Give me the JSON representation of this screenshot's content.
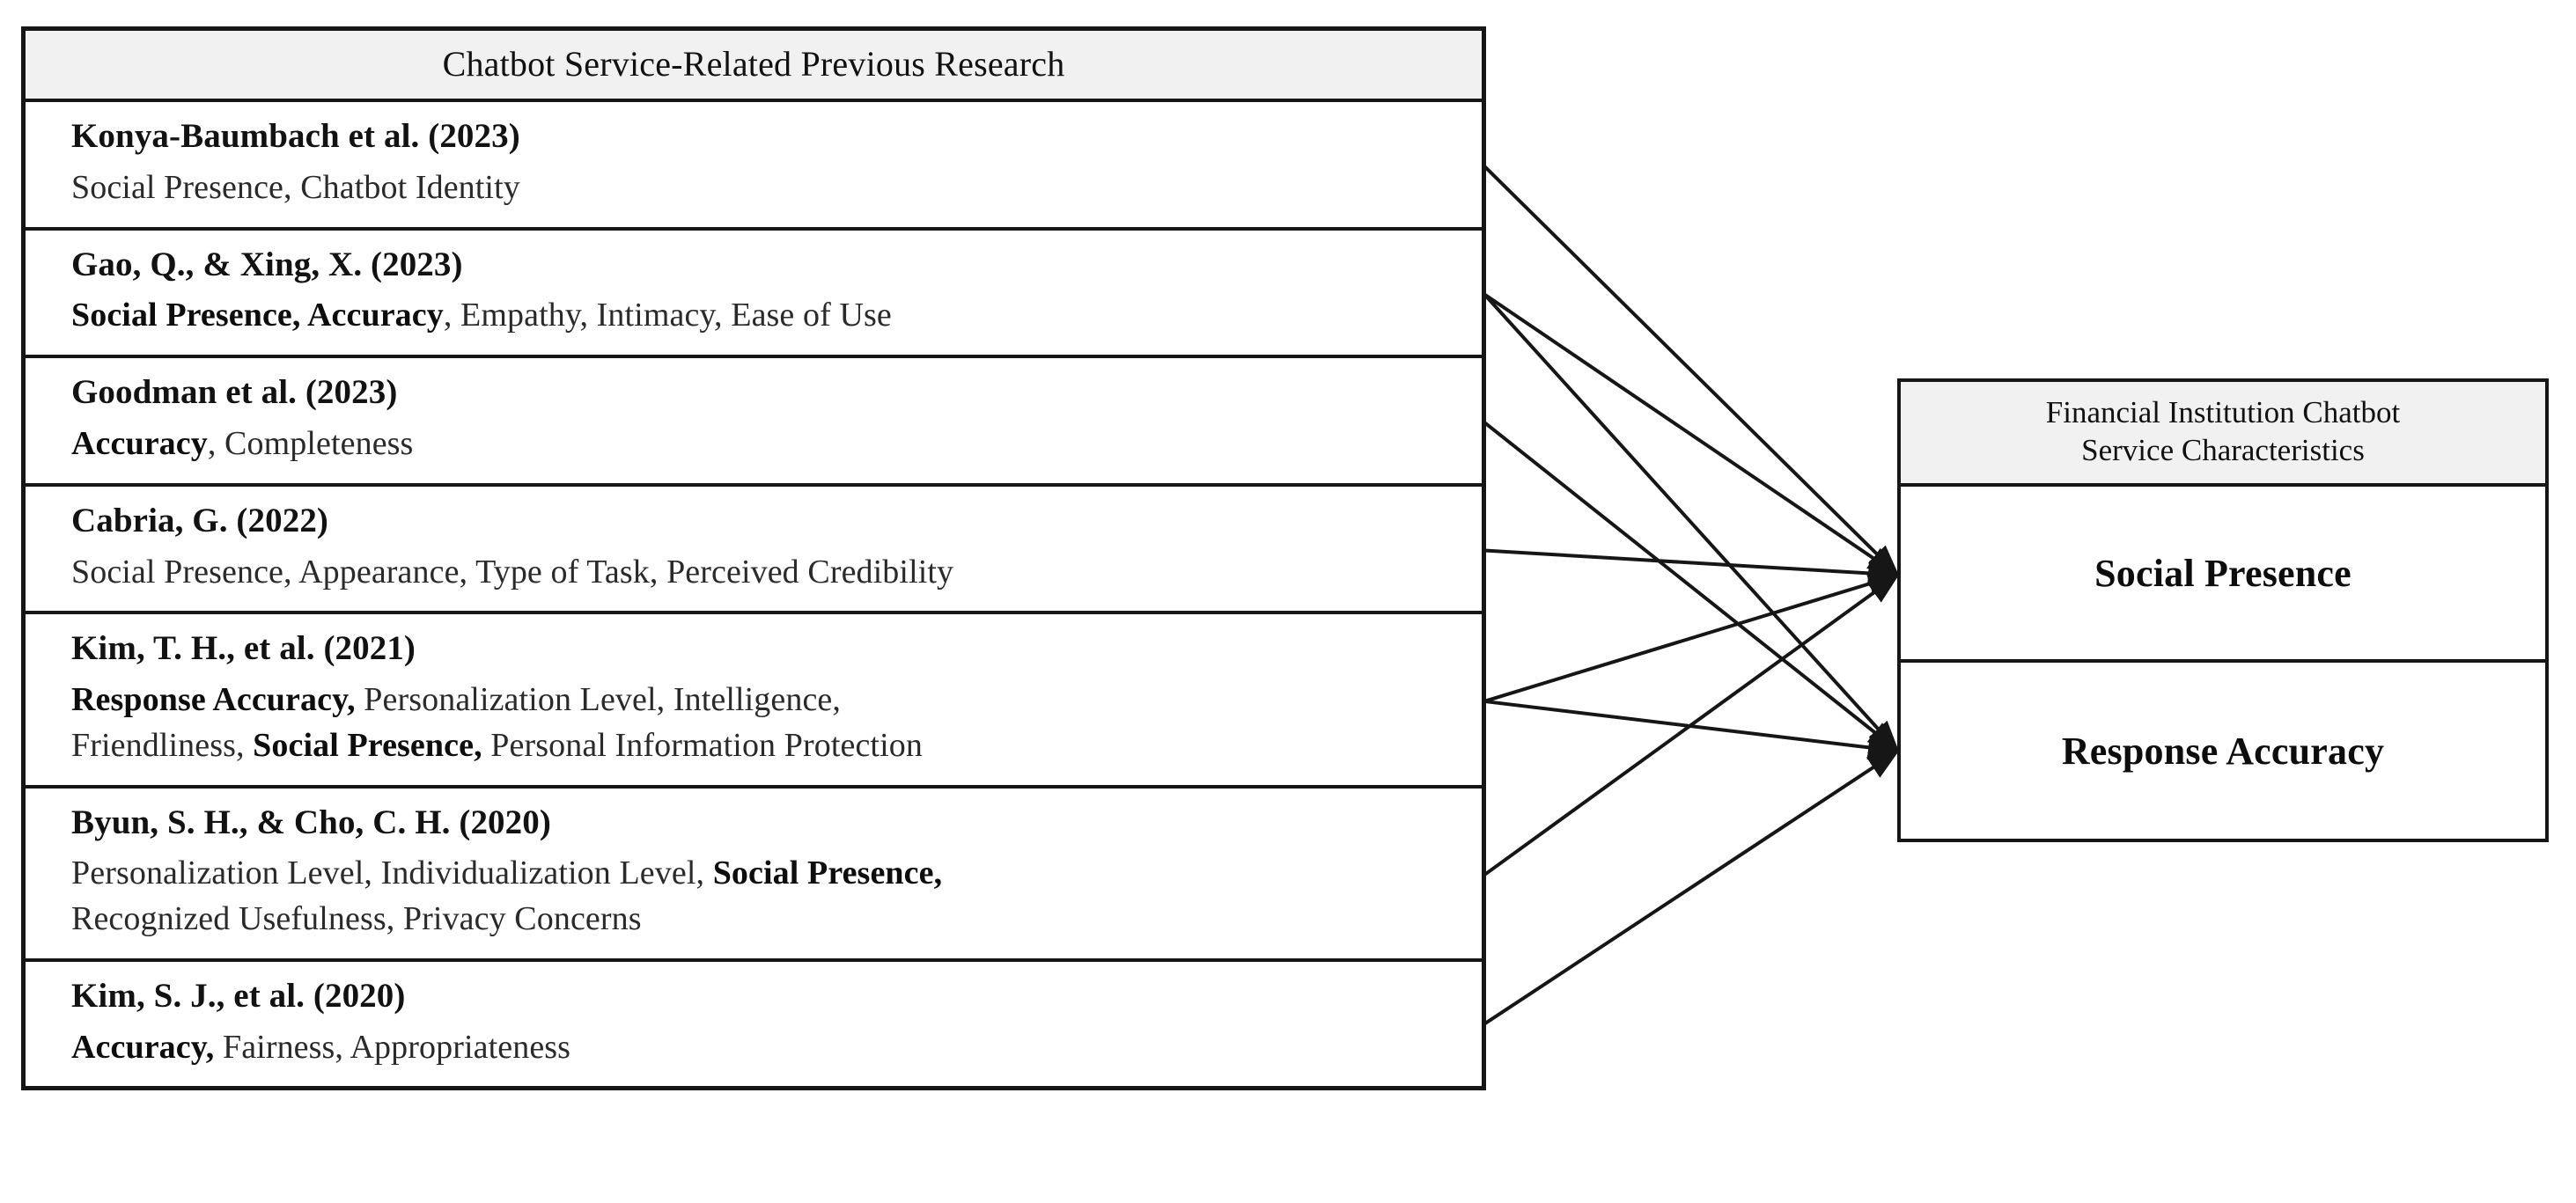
{
  "left_table": {
    "header": "Chatbot Service-Related Previous Research",
    "rows": [
      {
        "author": "Konya-Baumbach et al. (2023)",
        "variables_line1": [
          {
            "text": "Social Presence, Chatbot Identity",
            "bold": false
          }
        ]
      },
      {
        "author": "Gao, Q., & Xing, X. (2023)",
        "variables_line1": [
          {
            "text": "Social Presence, Accuracy",
            "bold": true
          },
          {
            "text": ", Empathy, Intimacy, Ease of Use",
            "bold": false
          }
        ]
      },
      {
        "author": "Goodman et al. (2023)",
        "variables_line1": [
          {
            "text": "Accuracy",
            "bold": true
          },
          {
            "text": ", Completeness",
            "bold": false
          }
        ]
      },
      {
        "author": "Cabria, G. (2022)",
        "variables_line1": [
          {
            "text": "Social Presence, Appearance, Type of Task, Perceived Credibility",
            "bold": false
          }
        ]
      },
      {
        "author": "Kim, T. H., et al. (2021)",
        "variables_line1": [
          {
            "text": "Response Accuracy,",
            "bold": true
          },
          {
            "text": " Personalization Level, Intelligence,",
            "bold": false
          }
        ],
        "variables_line2": [
          {
            "text": "Friendliness, ",
            "bold": false
          },
          {
            "text": "Social Presence,",
            "bold": true
          },
          {
            "text": " Personal Information Protection",
            "bold": false
          }
        ]
      },
      {
        "author": "Byun, S. H., & Cho, C. H. (2020)",
        "variables_line1": [
          {
            "text": "Personalization Level, Individualization Level, ",
            "bold": false
          },
          {
            "text": "Social Presence,",
            "bold": true
          }
        ],
        "variables_line2": [
          {
            "text": "Recognized Usefulness, Privacy Concerns",
            "bold": false
          }
        ]
      },
      {
        "author": "Kim, S. J., et al. (2020)",
        "variables_line1": [
          {
            "text": "Accuracy,",
            "bold": true
          },
          {
            "text": " Fairness, Appropriateness",
            "bold": false
          }
        ]
      }
    ]
  },
  "right_box": {
    "header_line1": "Financial Institution Chatbot",
    "header_line2": "Service Characteristics",
    "cells": [
      {
        "label": "Social Presence"
      },
      {
        "label": "Response Accuracy"
      }
    ]
  },
  "arrows": {
    "description": "Arrows from previous-research rows to the two chatbot service characteristics",
    "color": "#111111",
    "links": [
      {
        "from_row": 0,
        "to_cell": 0
      },
      {
        "from_row": 1,
        "to_cell": 0
      },
      {
        "from_row": 1,
        "to_cell": 1
      },
      {
        "from_row": 2,
        "to_cell": 1
      },
      {
        "from_row": 3,
        "to_cell": 0
      },
      {
        "from_row": 4,
        "to_cell": 0
      },
      {
        "from_row": 4,
        "to_cell": 1
      },
      {
        "from_row": 5,
        "to_cell": 0
      },
      {
        "from_row": 6,
        "to_cell": 1
      }
    ]
  },
  "colors": {
    "border": "#161616",
    "header_fill": "#f1f1f1",
    "page_background": "#ffffff",
    "text": "#111111"
  }
}
